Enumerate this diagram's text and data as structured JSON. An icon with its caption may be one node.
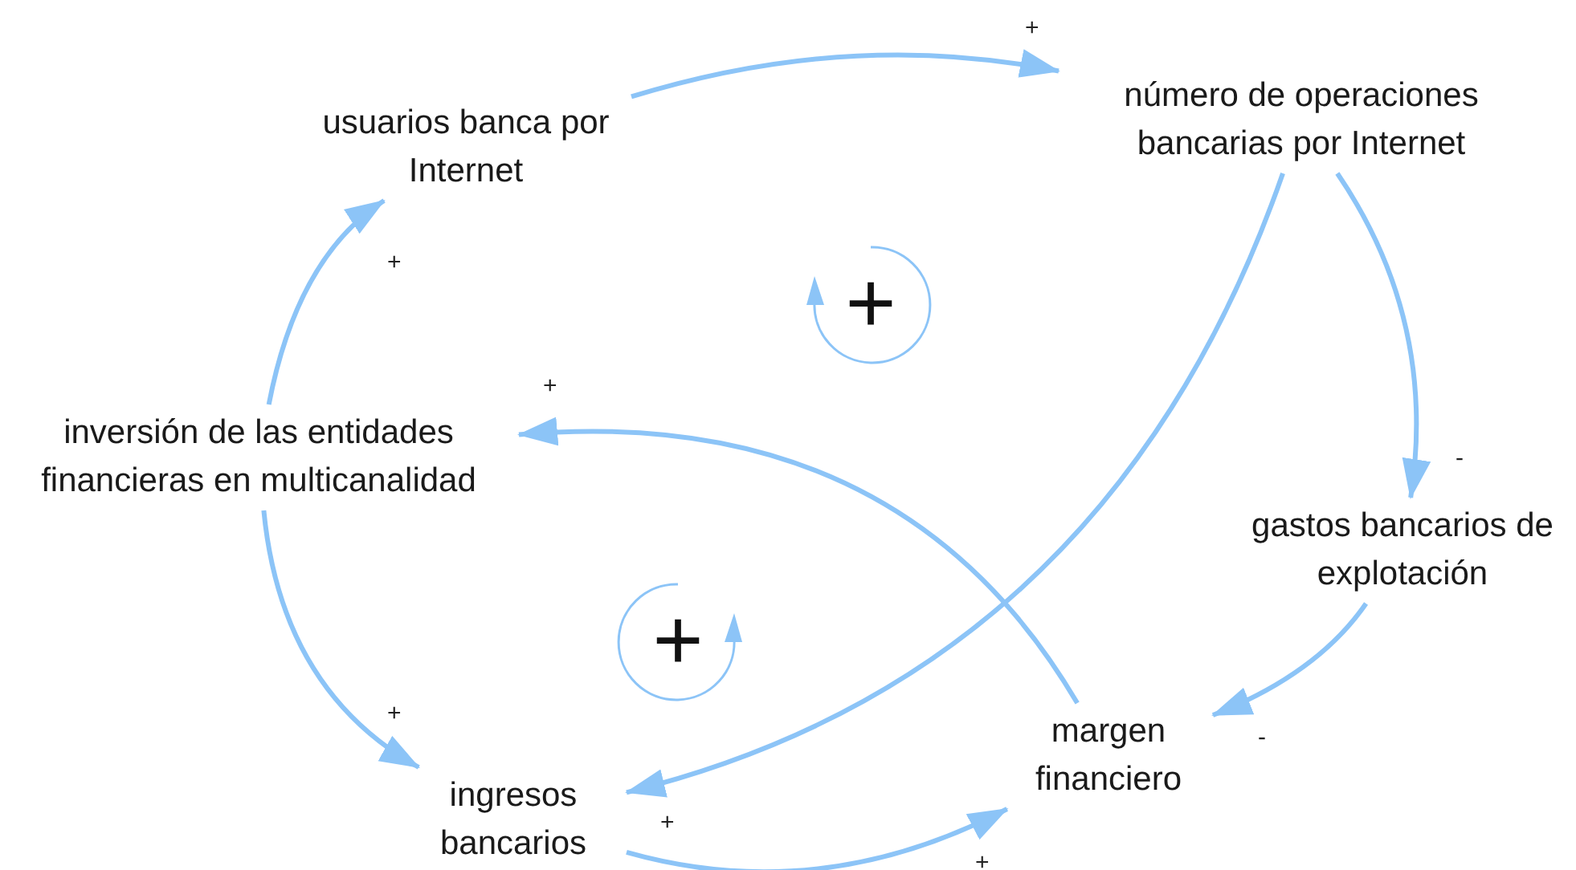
{
  "diagram": {
    "nodes": [
      {
        "text": [
          "usuarios banca por Internet"
        ]
      },
      {
        "text": [
          "número de operaciones bancarias por Internet"
        ]
      },
      {
        "text": [
          "inversión de las entidades financieras en multicanalidad"
        ]
      },
      {
        "text": [
          "gastos bancarios de explotación"
        ]
      },
      {
        "text": [
          "ingresos bancarios"
        ]
      },
      {
        "text": [
          "margen financiero"
        ]
      },
      {
        "text": [
          "+"
        ]
      },
      {
        "text": [
          "+"
        ]
      }
    ],
    "edges": [
      {
        "from": 0,
        "to": 1,
        "arrow": "to",
        "label": "+"
      },
      {
        "from": 1,
        "to": 3,
        "arrow": "to",
        "label": "-"
      },
      {
        "from": 1,
        "to": 4,
        "arrow": "to",
        "label": "+"
      },
      {
        "from": 3,
        "to": 5,
        "arrow": "to",
        "label": "-"
      },
      {
        "from": 5,
        "to": 2,
        "arrow": "to",
        "label": "+"
      },
      {
        "from": 2,
        "to": 0,
        "arrow": "to",
        "label": "+"
      },
      {
        "from": 2,
        "to": 4,
        "arrow": "to",
        "label": "+"
      },
      {
        "from": 4,
        "to": 5,
        "arrow": "to",
        "label": "+"
      }
    ]
  }
}
